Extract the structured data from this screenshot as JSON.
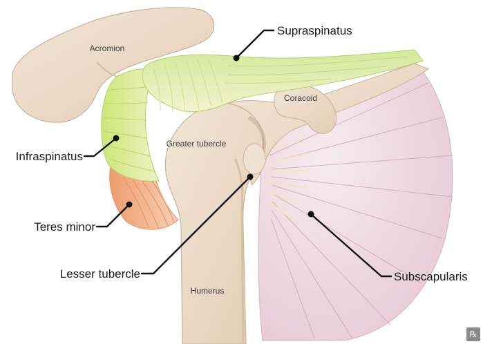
{
  "structures": {
    "acromion": "Acromion",
    "coracoid": "Coracoid",
    "greater_tubercle": "Greater tubercle",
    "humerus": "Humerus"
  },
  "muscles": {
    "supraspinatus": "Supraspinatus",
    "infraspinatus": "Infraspinatus",
    "teres_minor": "Teres minor",
    "lesser_tubercle": "Lesser tubercle",
    "subscapularis": "Subscapularis"
  },
  "colors": {
    "bone": "#ecdcc9",
    "bone_outline": "#c9b29a",
    "supraspinatus": "#d7ea9f",
    "teres_minor": "#f2b48e",
    "subscapularis": "#e9cfd9"
  },
  "logo": "℞"
}
